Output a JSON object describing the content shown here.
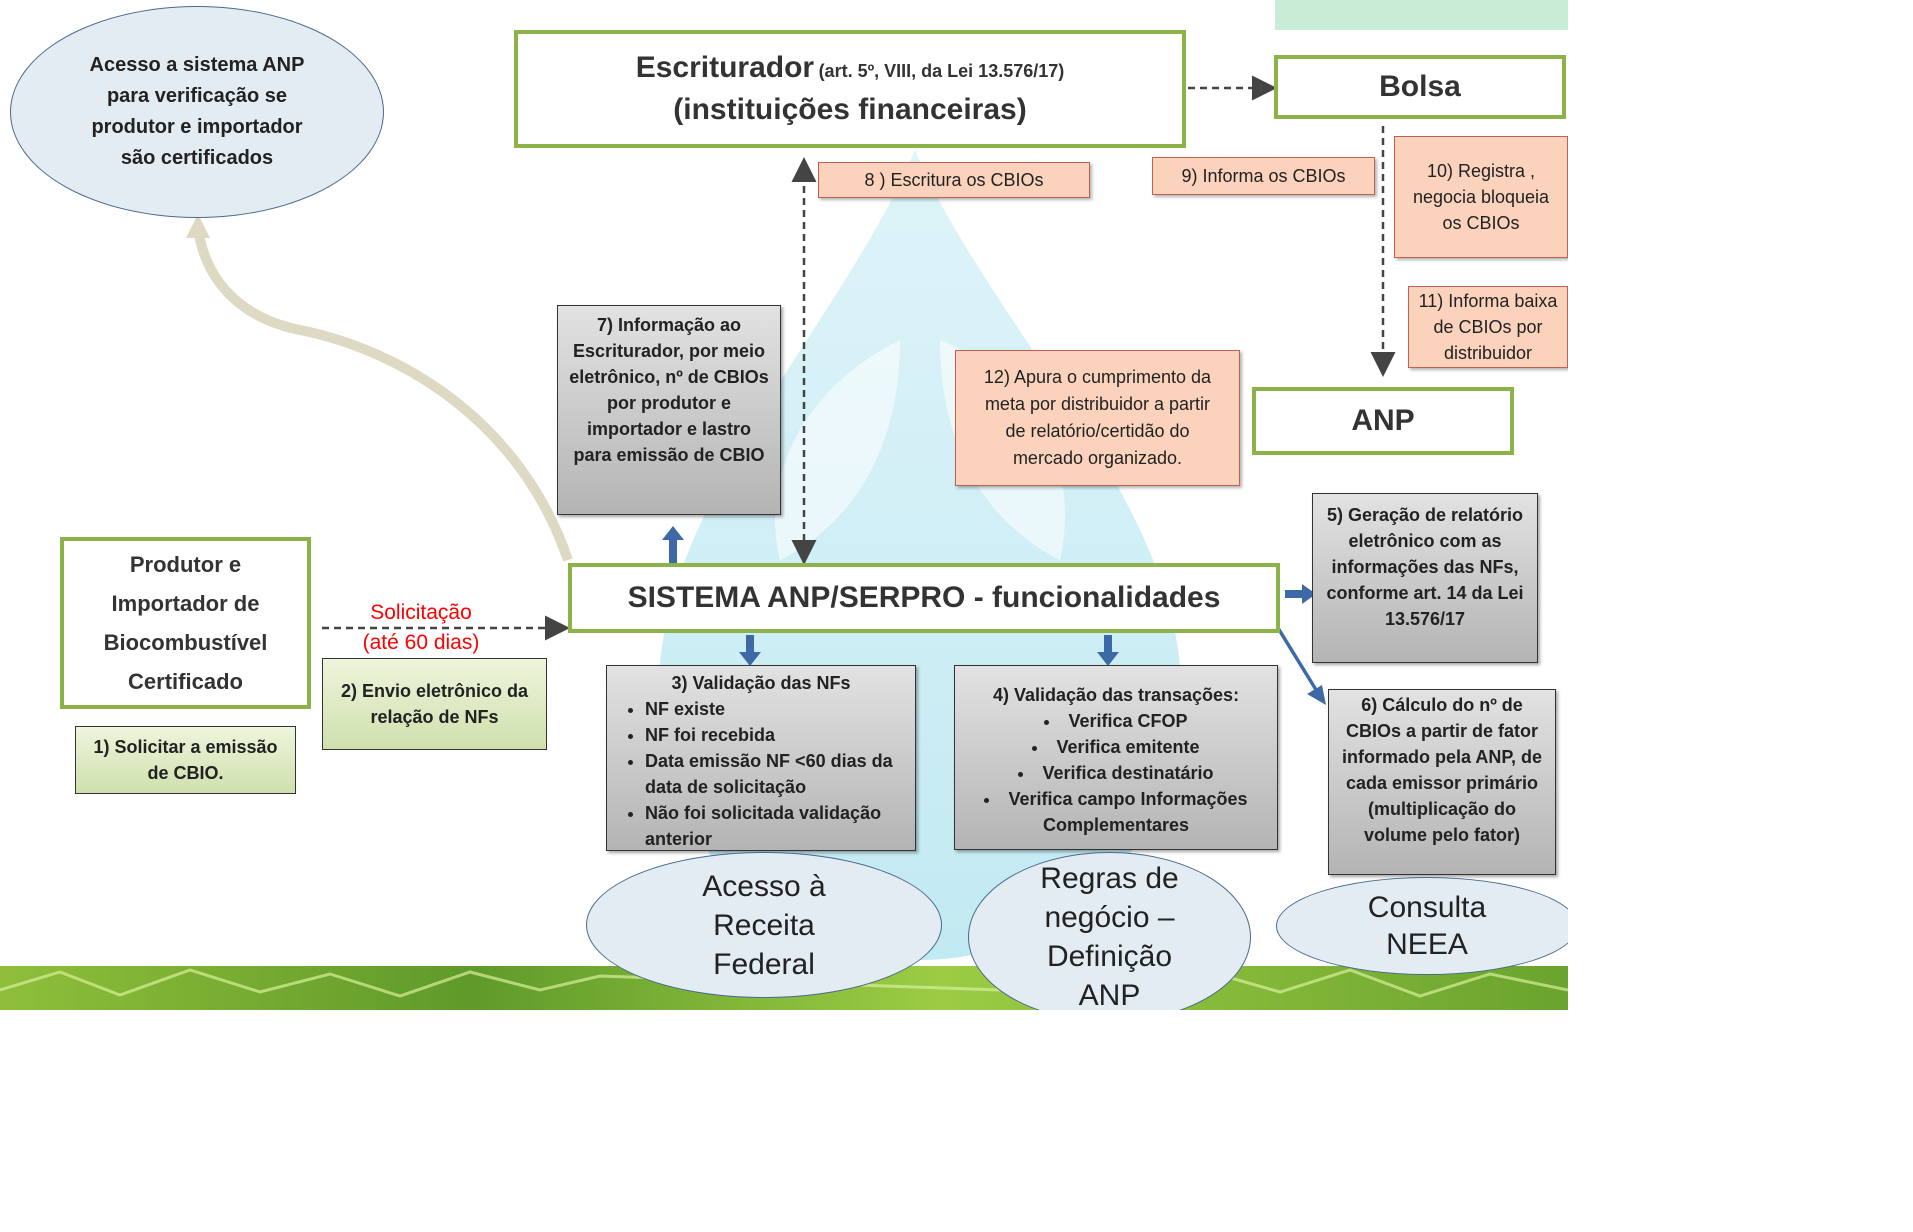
{
  "topleft_ellipse": "Acesso a sistema ANP para verificação se produtor e importador são certificados",
  "escriturador": {
    "title": "Escriturador",
    "law": "(art. 5º, VIII, da Lei 13.576/17)",
    "subtitle": "(instituições financeiras)"
  },
  "bolsa": "Bolsa",
  "anp": "ANP",
  "step8": "8 ) Escritura os CBIOs",
  "step9": "9) Informa os CBIOs",
  "step10": "10) Registra , negocia bloqueia os CBIOs",
  "step11": "11) Informa baixa de CBIOs por distribuidor",
  "step12": "12) Apura o cumprimento da meta por distribuidor a partir de relatório/certidão do mercado organizado.",
  "step7": "7) Informação ao Escriturador, por meio eletrônico, nº de CBIOs por produtor e importador e lastro para emissão de CBIO",
  "produtor": "Produtor e Importador de Biocombustível Certificado",
  "solicitacao": "Solicitação",
  "solicitacao_prazo": "(até 60 dias)",
  "step1": "1) Solicitar a emissão de CBIO.",
  "step2": "2) Envio eletrônico da relação de NFs",
  "sistema": "SISTEMA ANP/SERPRO - funcionalidades",
  "step3": {
    "title": "3) Validação das NFs",
    "items": [
      "NF existe",
      "NF foi recebida",
      "Data emissão NF <60 dias da data de solicitação",
      "Não foi solicitada validação anterior"
    ]
  },
  "step4": {
    "title": "4) Validação das transações:",
    "items": [
      "Verifica CFOP",
      "Verifica emitente",
      "Verifica destinatário",
      "Verifica campo Informações Complementares"
    ]
  },
  "step5": "5) Geração de relatório eletrônico com as informações das NFs, conforme art. 14 da Lei 13.576/17",
  "step6": "6) Cálculo do nº de CBIOs a partir de fator informado pela ANP, de cada emissor primário (multiplicação do volume pelo fator)",
  "ellipse_receita": "Acesso à Receita Federal",
  "ellipse_regras": "Regras de negócio – Definição ANP",
  "ellipse_neea": "Consulta NEEA",
  "colors": {
    "green_border": "#8cb34a",
    "salmon_fill": "#fbd3bd",
    "arrow_blue": "#3d6aa6",
    "solicitacao_red": "#ff0000"
  }
}
